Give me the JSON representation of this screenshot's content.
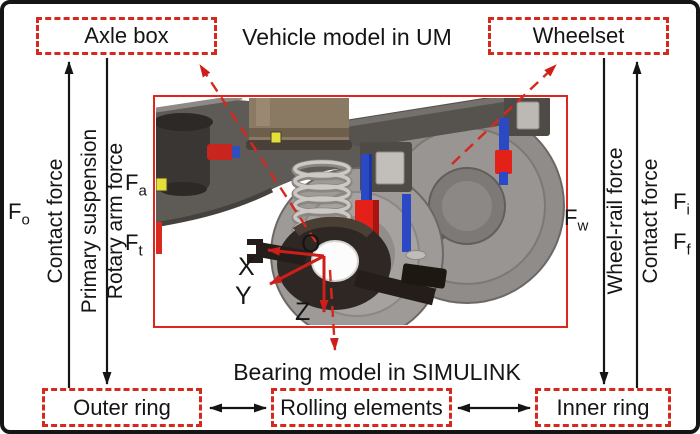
{
  "figure": {
    "title_top": "Vehicle model in UM",
    "title_bottom": "Bearing model in SIMULINK"
  },
  "boxes": {
    "axle_box": "Axle box",
    "wheelset": "Wheelset",
    "outer_ring": "Outer ring",
    "rolling_elements": "Rolling elements",
    "inner_ring": "Inner ring"
  },
  "left_labels": {
    "contact_force": "Contact force",
    "primary_suspension": "Primary suspension",
    "rotary_arm_force": "Rotary arm force",
    "f_o": {
      "main": "F",
      "sub": "o"
    },
    "f_a": {
      "main": "F",
      "sub": "a"
    },
    "f_t": {
      "main": "F",
      "sub": "t"
    }
  },
  "right_labels": {
    "wheel_rail_force": "Wheel-rail force",
    "contact_force": "Contact force",
    "f_w": {
      "main": "F",
      "sub": "w"
    },
    "f_i": {
      "main": "F",
      "sub": "i"
    },
    "f_f": {
      "main": "F",
      "sub": "f"
    }
  },
  "axes": {
    "origin": "O",
    "x": "X",
    "y": "Y",
    "z": "Z"
  },
  "colors": {
    "accent_red": "#d6281d",
    "photo_border_red": "#e0261c",
    "line_black": "#151515"
  }
}
